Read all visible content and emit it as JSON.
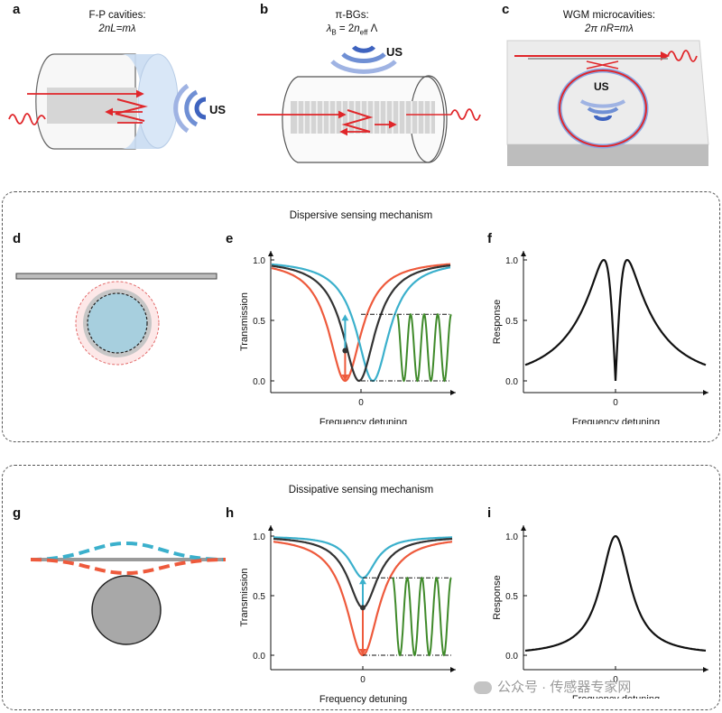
{
  "panels": {
    "a": {
      "label": "a",
      "title": "F-P cavities:",
      "formula": "2nL=mλ",
      "us": "US"
    },
    "b": {
      "label": "b",
      "title": "π-BGs:",
      "formula_lhs": "λ",
      "formula_sub_b": "B",
      "formula_mid": " = 2",
      "formula_n": "n",
      "formula_sub_eff": "eff",
      "formula_end": " Λ",
      "us": "US"
    },
    "c": {
      "label": "c",
      "title": "WGM microcavities:",
      "formula": "2π nR=mλ",
      "us": "US"
    },
    "d": {
      "label": "d"
    },
    "e": {
      "label": "e"
    },
    "f": {
      "label": "f"
    },
    "g": {
      "label": "g"
    },
    "h": {
      "label": "h"
    },
    "i": {
      "label": "i"
    }
  },
  "sections": {
    "dispersive": {
      "title": "Dispersive sensing mechanism"
    },
    "dissipative": {
      "title": "Dissipative sensing mechanism"
    }
  },
  "axes": {
    "e": {
      "ylabel": "Transmission",
      "xlabel": "Frequency detuning",
      "yticks": [
        "1.0",
        "0.5",
        "0.0"
      ],
      "xtick": "0"
    },
    "f": {
      "ylabel": "Response",
      "xlabel": "Frequency detuning",
      "yticks": [
        "1.0",
        "0.5",
        "0.0"
      ],
      "xtick": "0"
    },
    "h": {
      "ylabel": "Transmission",
      "xlabel": "Frequency detuning",
      "yticks": [
        "1.0",
        "0.5",
        "0.0"
      ],
      "xtick": "0"
    },
    "i": {
      "ylabel": "Response",
      "xlabel": "Frequency detuning",
      "yticks": [
        "1.0",
        "0.5",
        "0.0"
      ],
      "xtick": "0"
    }
  },
  "watermark": "公众号 · 传感器专家网",
  "colors": {
    "red": "#ee5a3c",
    "cyan": "#3bb0cc",
    "dark": "#333333",
    "green": "#3f8a2a",
    "us_blue": "#4a74c9"
  }
}
